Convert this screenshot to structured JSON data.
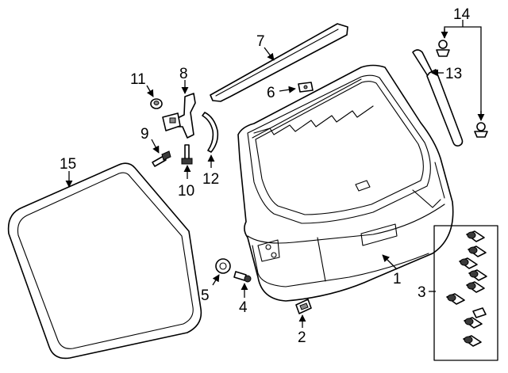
{
  "diagram": {
    "callouts": [
      {
        "id": "1",
        "text": "1"
      },
      {
        "id": "2",
        "text": "2"
      },
      {
        "id": "3",
        "text": "3"
      },
      {
        "id": "4",
        "text": "4"
      },
      {
        "id": "5",
        "text": "5"
      },
      {
        "id": "6",
        "text": "6"
      },
      {
        "id": "7",
        "text": "7"
      },
      {
        "id": "8",
        "text": "8"
      },
      {
        "id": "9",
        "text": "9"
      },
      {
        "id": "10",
        "text": "10"
      },
      {
        "id": "11",
        "text": "11"
      },
      {
        "id": "12",
        "text": "12"
      },
      {
        "id": "13",
        "text": "13"
      },
      {
        "id": "14",
        "text": "14"
      },
      {
        "id": "15",
        "text": "15"
      }
    ]
  }
}
